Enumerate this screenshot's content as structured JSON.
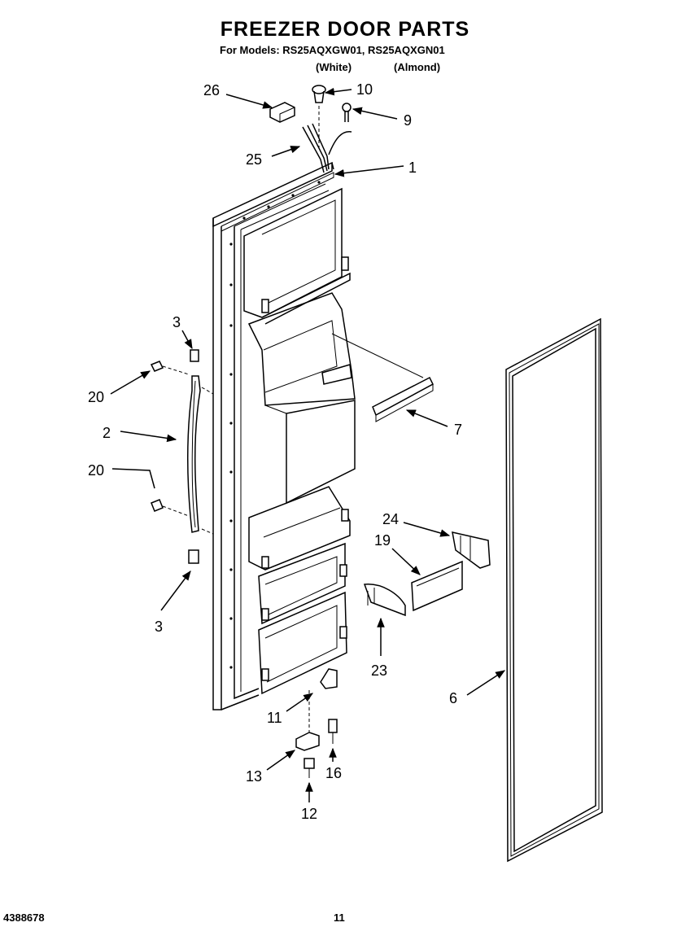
{
  "header": {
    "title": "FREEZER DOOR PARTS",
    "models_line": "For Models: RS25AQXGW01, RS25AQXGN01",
    "color_white": "(White)",
    "color_almond": "(Almond)"
  },
  "footer": {
    "doc_number": "4388678",
    "page_number": "11"
  },
  "callouts": {
    "c26": "26",
    "c10": "10",
    "c9": "9",
    "c25": "25",
    "c1": "1",
    "c3_top": "3",
    "c20_top": "20",
    "c2": "2",
    "c20_bottom": "20",
    "c3_bottom": "3",
    "c7": "7",
    "c24": "24",
    "c19": "19",
    "c23": "23",
    "c6": "6",
    "c11": "11",
    "c13": "13",
    "c16": "16",
    "c12": "12"
  }
}
